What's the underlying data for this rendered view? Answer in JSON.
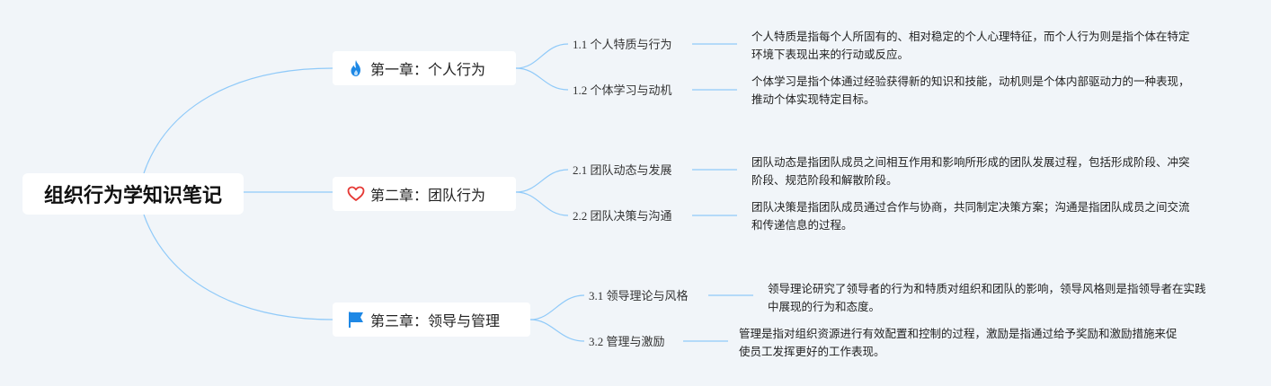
{
  "root": {
    "title": "组织行为学知识笔记"
  },
  "chapters": [
    {
      "title": "第一章：个人行为",
      "icon": "fire-icon",
      "icon_color": "#1e88e5",
      "sections": [
        {
          "label": "1.1 个人特质与行为",
          "desc": "个人特质是指每个人所固有的、相对稳定的个人心理特征，而个人行为则是指个体在特定环境下表现出来的行动或反应。"
        },
        {
          "label": "1.2 个体学习与动机",
          "desc": "个体学习是指个体通过经验获得新的知识和技能，动机则是个体内部驱动力的一种表现，推动个体实现特定目标。"
        }
      ]
    },
    {
      "title": "第二章：团队行为",
      "icon": "heart-icon",
      "icon_color": "#e53935",
      "sections": [
        {
          "label": "2.1 团队动态与发展",
          "desc": "团队动态是指团队成员之间相互作用和影响所形成的团队发展过程，包括形成阶段、冲突阶段、规范阶段和解散阶段。"
        },
        {
          "label": "2.2 团队决策与沟通",
          "desc": "团队决策是指团队成员通过合作与协商，共同制定决策方案；沟通是指团队成员之间交流和传递信息的过程。"
        }
      ]
    },
    {
      "title": "第三章：领导与管理",
      "icon": "flag-icon",
      "icon_color": "#1e88e5",
      "sections": [
        {
          "label": "3.1 领导理论与风格",
          "desc": "领导理论研究了领导者的行为和特质对组织和团队的影响，领导风格则是指领导者在实践中展现的行为和态度。"
        },
        {
          "label": "3.2 管理与激励",
          "desc": "管理是指对组织资源进行有效配置和控制的过程，激励是指通过给予奖励和激励措施来促使员工发挥更好的工作表现。"
        }
      ]
    }
  ],
  "colors": {
    "background": "#f1f5f9",
    "connector": "#90caf9"
  }
}
